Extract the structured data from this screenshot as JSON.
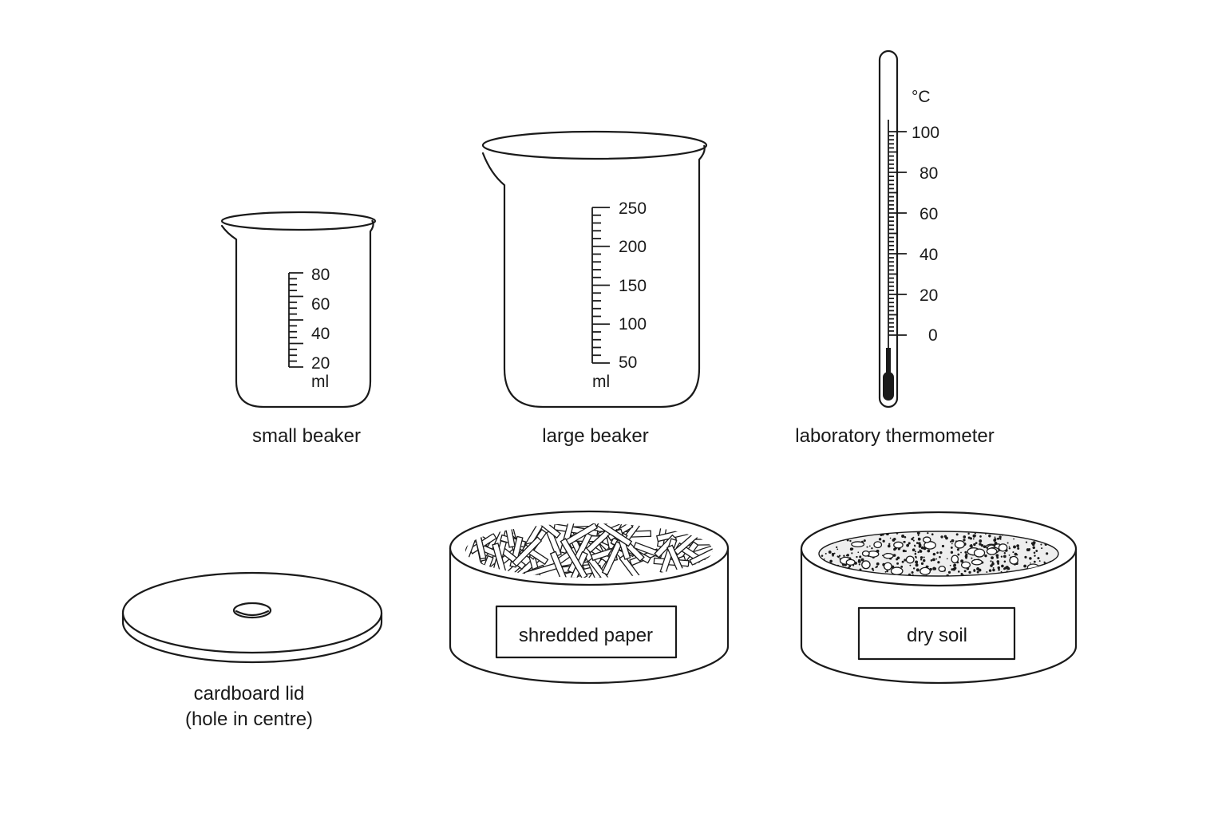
{
  "small_beaker": {
    "caption": "small beaker",
    "unit": "ml",
    "scale_labels": [
      "80",
      "60",
      "40",
      "20"
    ]
  },
  "large_beaker": {
    "caption": "large beaker",
    "unit": "ml",
    "scale_labels": [
      "250",
      "200",
      "150",
      "100",
      "50"
    ]
  },
  "thermometer": {
    "caption": "laboratory thermometer",
    "unit": "°C",
    "scale_labels": [
      "100",
      "80",
      "60",
      "40",
      "20",
      "0"
    ]
  },
  "cardboard_lid": {
    "caption_line1": "cardboard lid",
    "caption_line2": "(hole in centre)"
  },
  "paper_dish": {
    "label": "shredded paper"
  },
  "soil_dish": {
    "label": "dry soil"
  }
}
